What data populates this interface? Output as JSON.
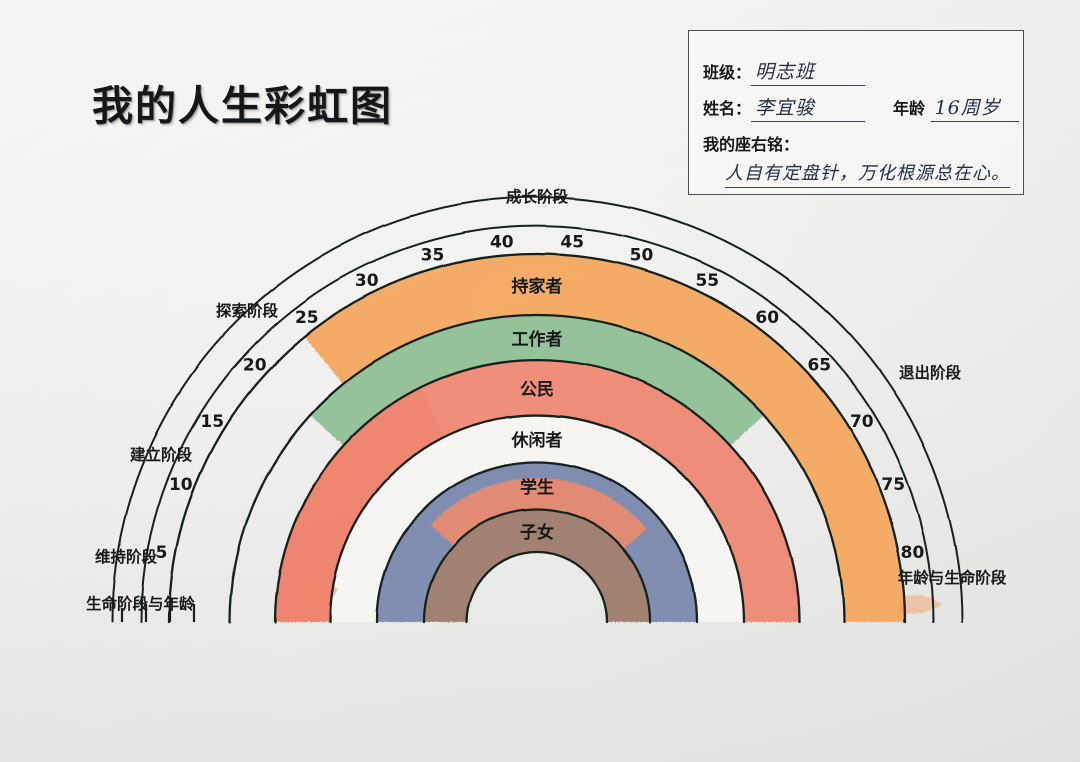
{
  "page": {
    "title": "我的人生彩虹图",
    "background_color": "#f2f2f0",
    "ink_color": "#15201c"
  },
  "info_box": {
    "class_label": "班级：",
    "class_value": "明志班",
    "name_label": "姓名：",
    "name_value": "李宜骏",
    "age_label": "年龄",
    "age_value": "16周岁",
    "motto_label": "我的座右铭：",
    "motto_value": "人自有定盘针，万化根源总在心。"
  },
  "axis": {
    "left_caption": "生命阶段与年龄",
    "right_caption": "年龄与生命阶段"
  },
  "life_stages": [
    {
      "label": "成长阶段",
      "side": "left"
    },
    {
      "label": "探索阶段",
      "side": "left"
    },
    {
      "label": "建立阶段",
      "side": "left"
    },
    {
      "label": "维持阶段",
      "side": "top"
    },
    {
      "label": "退出阶段",
      "side": "right"
    }
  ],
  "chart_data": {
    "type": "area",
    "title": "我的人生彩虹图",
    "xlabel": "生命阶段与年龄",
    "ylabel": "",
    "age_ticks": [
      5,
      10,
      15,
      20,
      25,
      30,
      35,
      40,
      45,
      50,
      55,
      60,
      65,
      70,
      75,
      80
    ],
    "age_range": [
      0,
      85
    ],
    "stage_bands": [
      "成长阶段",
      "探索阶段",
      "建立阶段",
      "维持阶段",
      "退出阶段"
    ],
    "legend_position": "inline-on-band",
    "grid": false,
    "series": [
      {
        "name": "持家者",
        "color": "#f5a65c",
        "ring": 1,
        "span_start": 24,
        "span_end": 85
      },
      {
        "name": "工作者",
        "color": "#8fbf92",
        "ring": 2,
        "span_start": 20,
        "span_end": 65
      },
      {
        "name": "公民",
        "color": "#ef8670",
        "ring": 3,
        "span_start": 0,
        "span_end": 85
      },
      {
        "name": "休闲者",
        "color": "#f6f5f2",
        "ring": 4,
        "span_start": 0,
        "span_end": 85
      },
      {
        "name": "学生",
        "color": "#7888ad",
        "ring": 5,
        "span_start": 0,
        "span_end": 85
      },
      {
        "name": "子女",
        "color": "#9b7a68",
        "ring": 6,
        "span_start": 0,
        "span_end": 85
      }
    ],
    "ring_labels": [
      "持家者",
      "工作者",
      "公民",
      "休闲者",
      "学生",
      "子女"
    ]
  }
}
